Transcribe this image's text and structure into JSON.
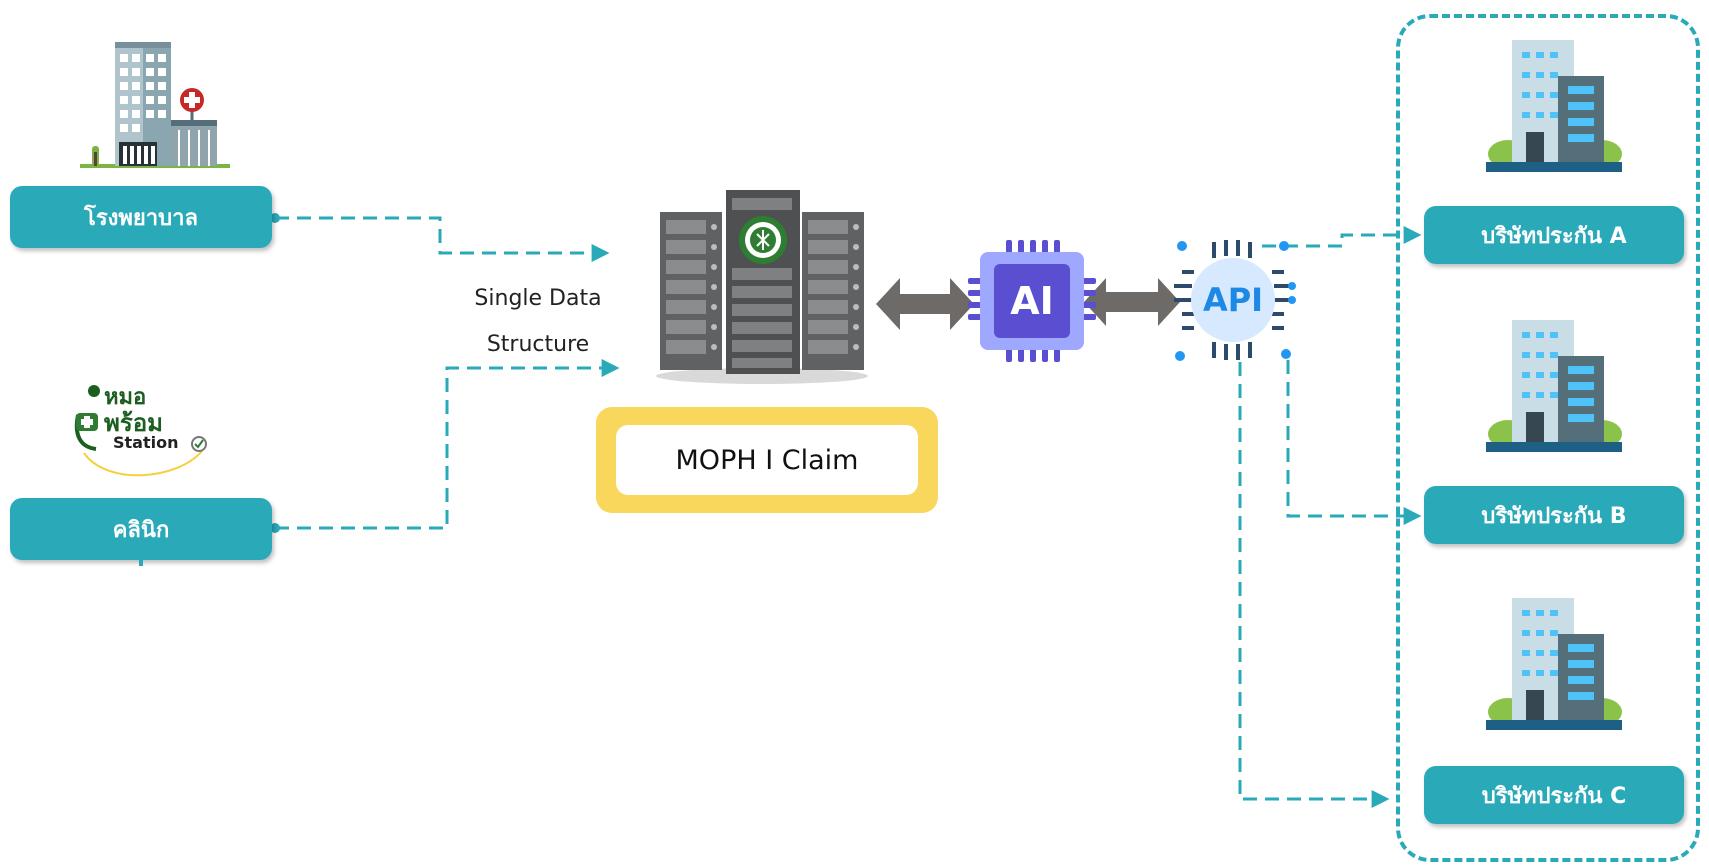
{
  "sources": {
    "hospital_label": "โรงพยาบาล",
    "clinic_label": "คลินิก",
    "clinic_logo": {
      "line1": "หมอ",
      "line2": "พร้อม",
      "line3": "Station"
    }
  },
  "center": {
    "caption_line1": "Single Data",
    "caption_line2": "Structure",
    "claim_label": "MOPH I Claim"
  },
  "chips": {
    "ai_label": "AI",
    "api_label": "API"
  },
  "insurers": [
    {
      "label": "บริษัทประกัน A"
    },
    {
      "label": "บริษัทประกัน B"
    },
    {
      "label": "บริษัทประกัน C"
    }
  ],
  "colors": {
    "teal": "#2aa9b9",
    "claim_yellow": "#f9d65c",
    "arrow_gray": "#6e6a68",
    "chip_purple": "#5a4fd0"
  }
}
